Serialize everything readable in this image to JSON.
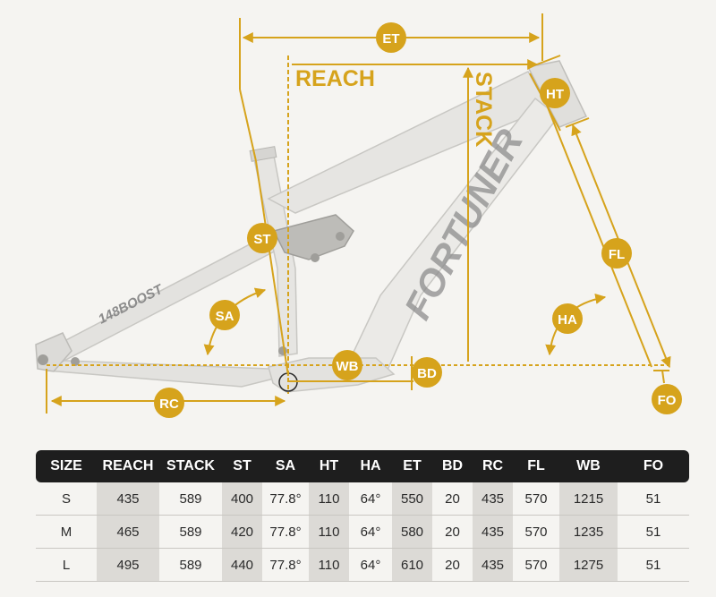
{
  "colors": {
    "accent": "#d6a31c",
    "header_bg": "#1e1e1e",
    "frame": "#dededb",
    "shade": "#dcdad6"
  },
  "diagram": {
    "labels": {
      "et": "ET",
      "reach": "REACH",
      "stack": "STACK",
      "ht": "HT",
      "st": "ST",
      "sa": "SA",
      "ha": "HA",
      "fl": "FL",
      "wb": "WB",
      "bd": "BD",
      "rc": "RC",
      "fo": "FO"
    },
    "frame_text": {
      "brand": "FORTUNER",
      "boost": "148BOOST"
    }
  },
  "table": {
    "headers": [
      "SIZE",
      "REACH",
      "STACK",
      "ST",
      "SA",
      "HT",
      "HA",
      "ET",
      "BD",
      "RC",
      "FL",
      "WB",
      "FO"
    ],
    "rows": [
      [
        "S",
        "435",
        "589",
        "400",
        "77.8°",
        "110",
        "64°",
        "550",
        "20",
        "435",
        "570",
        "1215",
        "51"
      ],
      [
        "M",
        "465",
        "589",
        "420",
        "77.8°",
        "110",
        "64°",
        "580",
        "20",
        "435",
        "570",
        "1235",
        "51"
      ],
      [
        "L",
        "495",
        "589",
        "440",
        "77.8°",
        "110",
        "64°",
        "610",
        "20",
        "435",
        "570",
        "1275",
        "51"
      ]
    ]
  }
}
